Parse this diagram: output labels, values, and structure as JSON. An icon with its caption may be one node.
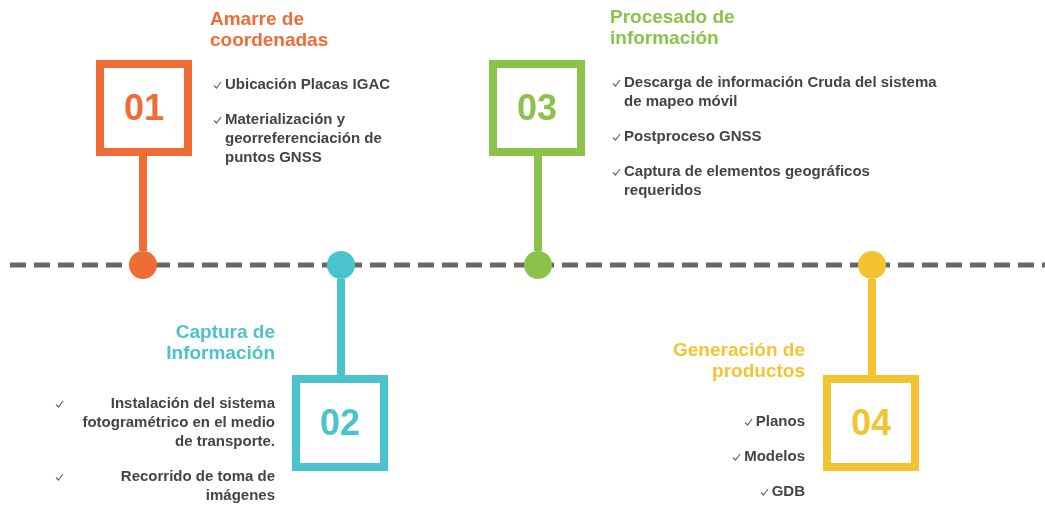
{
  "diagram": {
    "nodes": [
      {
        "text": [
          "Amarre de coordenadas",
          "01"
        ],
        "beside": [
          "Ubicación Placas IGAC",
          "Materialización y georreferenciación de puntos GNSS"
        ]
      },
      {
        "text": [
          "Procesado de información",
          "03"
        ],
        "beside": [
          "Descarga de información Cruda del sistema de mapeo móvil",
          "Postproceso GNSS",
          "Captura de elementos geográficos requeridos"
        ]
      },
      {
        "text": [],
        "shape": "circle"
      },
      {
        "text": [],
        "shape": "circle"
      },
      {
        "text": [],
        "shape": "circle"
      },
      {
        "text": [],
        "shape": "circle"
      },
      {
        "text": [
          "Captura de Información",
          "02"
        ],
        "beside": [
          "Instalación del sistema fotogramétrico en el medio de transporte.",
          "Recorrido de toma de imágenes"
        ]
      },
      {
        "text": [
          "Generación de productos",
          "04"
        ],
        "beside": [
          "Planos",
          "Modelos",
          "GDB"
        ]
      }
    ],
    "edges": [
      {
        "from": 2,
        "to": 0,
        "arrow": "none",
        "color": "#ef6c35"
      },
      {
        "from": 3,
        "to": 6,
        "arrow": "none",
        "color": "#4bc3cc"
      },
      {
        "from": 4,
        "to": 1,
        "arrow": "none",
        "color": "#8bc34a"
      },
      {
        "from": 5,
        "to": 7,
        "arrow": "none",
        "color": "#f5c332"
      }
    ]
  }
}
